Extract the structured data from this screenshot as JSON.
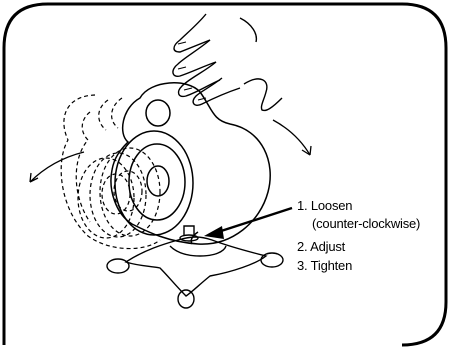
{
  "instructions": {
    "step1": "1. Loosen",
    "step1_note": "(counter-clockwise)",
    "step2": "2. Adjust",
    "step3": "3. Tighten"
  }
}
